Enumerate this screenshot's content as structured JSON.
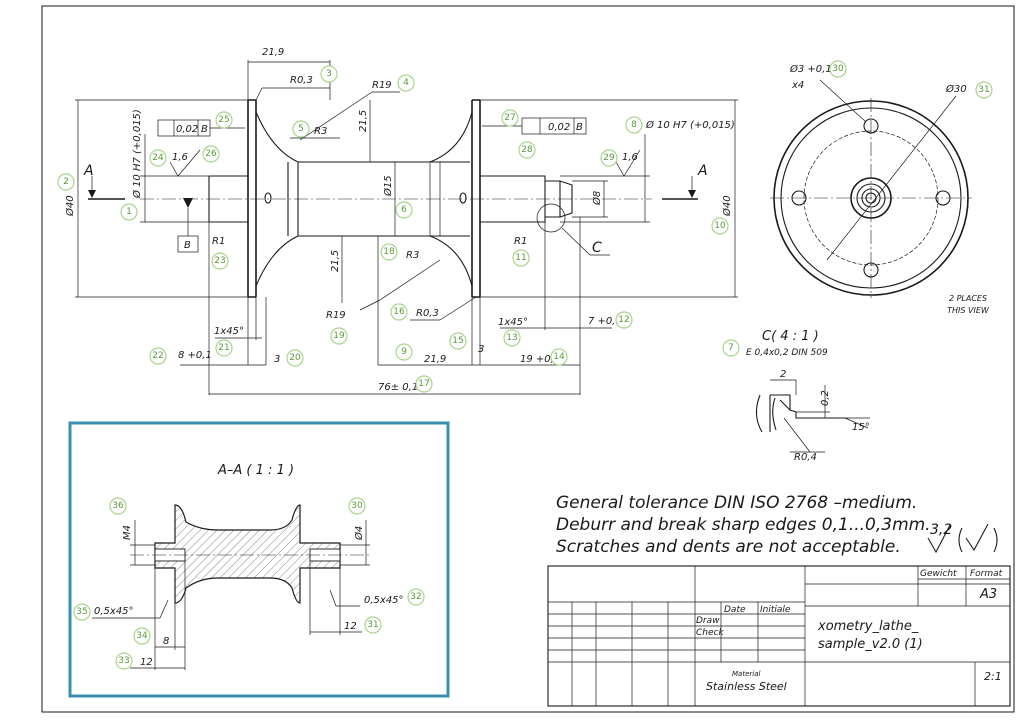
{
  "drawing": {
    "dimensions": {
      "d21_9_top": "21,9",
      "r0_3_top": "R0,3",
      "r19_top": "R19",
      "r3_top": "R3",
      "v21_5_top": "21,5",
      "d15": "Ø15",
      "d8": "Ø8",
      "d40_left": "Ø40",
      "d40_right": "Ø40",
      "d10_left": "Ø 10 H7 (+0,015)",
      "d10_right": "Ø 10 H7 (+0,015)",
      "rough_left": "1,6",
      "rough_right": "1,6",
      "tol_left_val": "0,02",
      "tol_left_ref": "B",
      "tol_right_val": "0,02",
      "tol_right_ref": "B",
      "datum_b": "B",
      "r1_left": "R1",
      "r1_right": "R1",
      "v21_5_bottom": "21,5",
      "r3_bottom": "R3",
      "r19_bottom": "R19",
      "r0_3_bottom": "R0,3",
      "chamfer_left": "1x45°",
      "chamfer_right": "1x45°",
      "d8_01": "8 +0,1",
      "d3_left": "3",
      "d3_right": "3",
      "d21_9_bottom": "21,9",
      "d19_01": "19 +0,1",
      "d7_01": "7 +0,1",
      "d76": "76± 0,1",
      "label_a_left": "A",
      "label_a_right": "A",
      "label_c": "C",
      "circle_d3": "Ø3 +0,1",
      "circle_x4": "x4",
      "circle_d30": "Ø30",
      "two_places": "2 PLACES",
      "this_view": "THIS VIEW",
      "detail_title": "C( 4 : 1 )",
      "detail_note": "E 0,4x0,2 DIN 509",
      "detail_2": "2",
      "detail_0_2": "0,2",
      "detail_15": "15°",
      "detail_r0_4": "R0,4"
    },
    "bubbles": [
      "1",
      "2",
      "3",
      "4",
      "5",
      "6",
      "7",
      "8",
      "9",
      "10",
      "11",
      "12",
      "13",
      "14",
      "15",
      "16",
      "17",
      "18",
      "19",
      "20",
      "21",
      "22",
      "23",
      "24",
      "25",
      "26",
      "27",
      "28",
      "29",
      "30",
      "31"
    ]
  },
  "section": {
    "title": "A–A ( 1 : 1 )",
    "m4": "M4",
    "d4": "Ø4",
    "chamfer_left": "0,5x45°",
    "chamfer_right": "0,5x45°",
    "d12_right": "12",
    "d8": "8",
    "d12_left": "12",
    "bubbles": [
      "36",
      "30",
      "35",
      "32",
      "34",
      "31",
      "33"
    ]
  },
  "notes": {
    "line1": "General tolerance DIN ISO 2768 –medium.",
    "line2": "Deburr and break sharp edges 0,1...0,3mm.",
    "line3": "Scratches and dents are not acceptable.",
    "surface": "3,2"
  },
  "title_block": {
    "gewicht": "Gewicht",
    "format": "Format",
    "format_value": "A3",
    "date": "Date",
    "initiale": "Initiale",
    "draw": "Draw",
    "check": "Check",
    "name_line1": "xometry_lathe_",
    "name_line2": "sample_v2.0 (1)",
    "material_label": "Material",
    "material_value": "Stainless Steel",
    "scale": "2:1"
  }
}
